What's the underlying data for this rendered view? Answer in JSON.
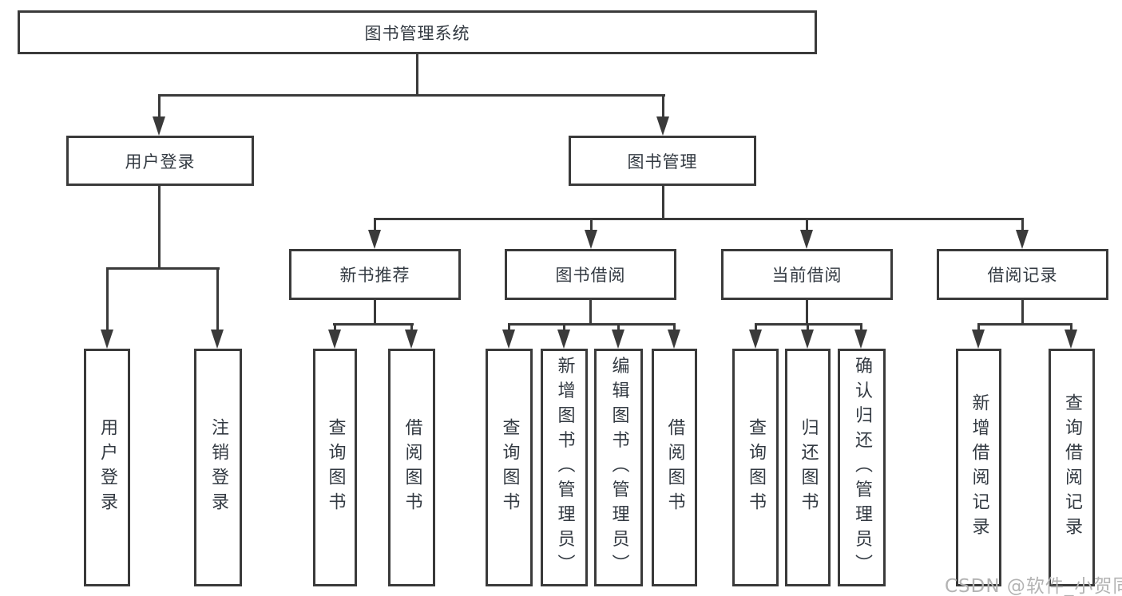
{
  "diagram": {
    "root": "图书管理系统",
    "branches": {
      "user_login": "用户登录",
      "book_mgmt": "图书管理"
    },
    "modules": {
      "new_books": "新书推荐",
      "book_borrow": "图书借阅",
      "current_borrow": "当前借阅",
      "borrow_records": "借阅记录"
    },
    "leaves": {
      "user_login": [
        "用户登录",
        "注销登录"
      ],
      "new_books": [
        "查询图书",
        "借阅图书"
      ],
      "book_borrow": [
        "查询图书",
        "新增图书（管理员）",
        "编辑图书（管理员）",
        "借阅图书"
      ],
      "current_borrow": [
        "查询图书",
        "归还图书",
        "确认归还（管理员）"
      ],
      "borrow_records": [
        "新增借阅记录",
        "查询借阅记录"
      ]
    }
  },
  "watermark": "CSDN @软件_小贺同学",
  "colors": {
    "line": "#3a3a3a",
    "text": "#333a42",
    "watermark": "#b3b3b3",
    "background": "#ffffff"
  }
}
